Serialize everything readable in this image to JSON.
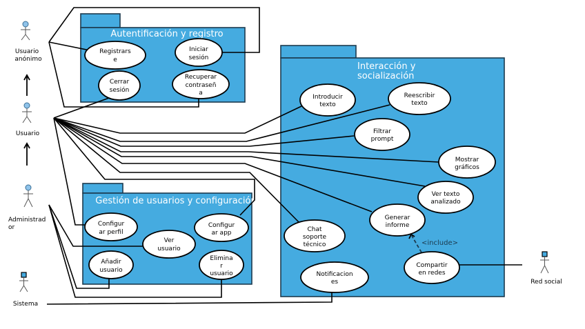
{
  "diagram": {
    "type": "uml-use-case",
    "colors": {
      "package_fill": "#45ABE0",
      "package_border": "#1C3A4E",
      "use_case_fill": "#FFFFFF",
      "line": "#000000",
      "actor_head": "#8FC3EA"
    },
    "actors": [
      {
        "id": "usuario_anonimo",
        "label_lines": [
          "Usuario",
          "anónimo"
        ],
        "kind": "human"
      },
      {
        "id": "usuario",
        "label_lines": [
          "Usuario"
        ],
        "kind": "human"
      },
      {
        "id": "administrador",
        "label_lines": [
          "Administrad",
          "or"
        ],
        "kind": "human"
      },
      {
        "id": "sistema",
        "label_lines": [
          "Sistema"
        ],
        "kind": "system"
      },
      {
        "id": "red_social",
        "label_lines": [
          "Red social"
        ],
        "kind": "system"
      }
    ],
    "generalizations": [
      {
        "from": "usuario",
        "to": "usuario_anonimo"
      },
      {
        "from": "administrador",
        "to": "usuario"
      }
    ],
    "packages": [
      {
        "id": "auth",
        "title_lines": [
          "Autentificación y registro"
        ],
        "use_cases": [
          {
            "id": "registrarse",
            "label_lines": [
              "Registrars",
              "e"
            ]
          },
          {
            "id": "iniciar_sesion",
            "label_lines": [
              "Iniciar",
              "sesión"
            ]
          },
          {
            "id": "cerrar_sesion",
            "label_lines": [
              "Cerrar",
              "sesión"
            ]
          },
          {
            "id": "recuperar",
            "label_lines": [
              "Recuperar",
              "contraseñ",
              "a"
            ]
          }
        ]
      },
      {
        "id": "gestion",
        "title_lines": [
          "Gestión de usuarios y configuración"
        ],
        "use_cases": [
          {
            "id": "configurar_perfil",
            "label_lines": [
              "Configur",
              "ar perfil"
            ]
          },
          {
            "id": "ver_usuario",
            "label_lines": [
              "Ver",
              "usuario"
            ]
          },
          {
            "id": "configurar_app",
            "label_lines": [
              "Configur",
              "ar app"
            ]
          },
          {
            "id": "anadir_usuario",
            "label_lines": [
              "Añadir",
              "usuario"
            ]
          },
          {
            "id": "eliminar_usuario",
            "label_lines": [
              "Elimina",
              "r",
              "usuario"
            ]
          }
        ]
      },
      {
        "id": "interaccion",
        "title_lines": [
          "Interacción y",
          "socialización"
        ],
        "use_cases": [
          {
            "id": "introducir_texto",
            "label_lines": [
              "Introducir",
              "texto"
            ]
          },
          {
            "id": "reescribir_texto",
            "label_lines": [
              "Reescribir",
              "texto"
            ]
          },
          {
            "id": "filtrar_prompt",
            "label_lines": [
              "Filtrar",
              "prompt"
            ]
          },
          {
            "id": "mostrar_graficos",
            "label_lines": [
              "Mostrar",
              "gráficos"
            ]
          },
          {
            "id": "ver_texto_analizado",
            "label_lines": [
              "Ver texto",
              "analizado"
            ]
          },
          {
            "id": "generar_informe",
            "label_lines": [
              "Generar",
              "informe"
            ]
          },
          {
            "id": "chat_soporte",
            "label_lines": [
              "Chat",
              "soporte",
              "técnico"
            ]
          },
          {
            "id": "compartir_redes",
            "label_lines": [
              "Compartir",
              "en redes"
            ]
          },
          {
            "id": "notificaciones",
            "label_lines": [
              "Notificacion",
              "es"
            ]
          }
        ]
      }
    ],
    "relations": {
      "include": {
        "from": "compartir_redes",
        "to": "generar_informe",
        "label": "<include>"
      },
      "associations": [
        {
          "actor": "usuario_anonimo",
          "use_case": "registrarse"
        },
        {
          "actor": "usuario_anonimo",
          "use_case": "iniciar_sesion"
        },
        {
          "actor": "usuario_anonimo",
          "use_case": "recuperar"
        },
        {
          "actor": "usuario",
          "use_case": "cerrar_sesion"
        },
        {
          "actor": "usuario",
          "use_case": "introducir_texto"
        },
        {
          "actor": "usuario",
          "use_case": "reescribir_texto"
        },
        {
          "actor": "usuario",
          "use_case": "filtrar_prompt"
        },
        {
          "actor": "usuario",
          "use_case": "mostrar_graficos"
        },
        {
          "actor": "usuario",
          "use_case": "ver_texto_analizado"
        },
        {
          "actor": "usuario",
          "use_case": "generar_informe"
        },
        {
          "actor": "usuario",
          "use_case": "chat_soporte"
        },
        {
          "actor": "usuario",
          "use_case": "configurar_app"
        },
        {
          "actor": "usuario",
          "use_case": "configurar_perfil"
        },
        {
          "actor": "administrador",
          "use_case": "ver_usuario"
        },
        {
          "actor": "administrador",
          "use_case": "anadir_usuario"
        },
        {
          "actor": "administrador",
          "use_case": "eliminar_usuario"
        },
        {
          "actor": "sistema",
          "use_case": "notificaciones"
        },
        {
          "actor": "red_social",
          "use_case": "compartir_redes"
        }
      ]
    }
  }
}
